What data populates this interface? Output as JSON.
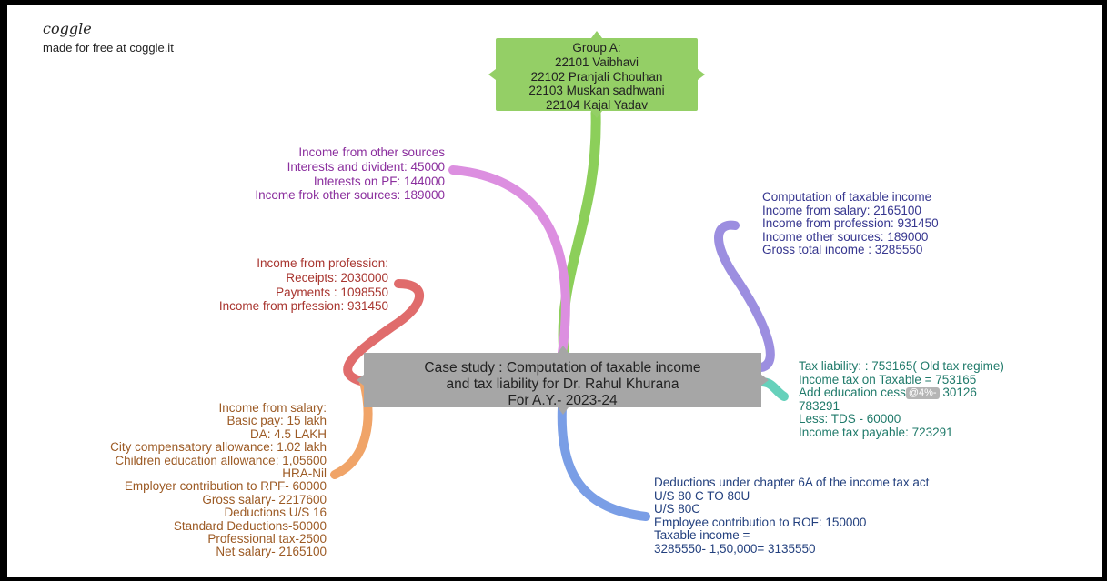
{
  "brand": {
    "logo": "coggle",
    "subtitle": "made for free at coggle.it"
  },
  "central": {
    "lines": [
      "Case study : Computation of taxable income",
      "and tax liability for Dr. Rahul Khurana",
      "For A.Y.- 2023-24"
    ]
  },
  "group": {
    "lines": [
      "Group A:",
      "22101 Vaibhavi",
      "22102 Pranjali Chouhan",
      "22103 Muskan sadhwani",
      "22104 Kajal Yadav"
    ]
  },
  "other_sources": {
    "lines": [
      "Income from other sources",
      "Interests and divident: 45000",
      "Interests on PF: 144000",
      "Income frok other sources: 189000"
    ]
  },
  "profession": {
    "lines": [
      "Income from profession:",
      "Receipts: 2030000",
      "Payments : 1098550",
      "Income from prfession: 931450"
    ]
  },
  "salary": {
    "lines": [
      "Income from salary:",
      "Basic pay: 15 lakh",
      "DA: 4.5 LAKH",
      "City compensatory allowance: 1.02 lakh",
      "Children education allowance: 1,05600",
      "HRA-Nil",
      "Employer contribution to RPF- 60000",
      "Gross salary- 2217600",
      "Deductions U/S 16",
      "Standard Deductions-50000",
      "Professional tax-2500",
      "Net salary- 2165100"
    ]
  },
  "taxable": {
    "lines": [
      "Computation of taxable income",
      "Income from salary: 2165100",
      "Income from profession: 931450",
      "Income other sources: 189000",
      "Gross total income : 3285550"
    ]
  },
  "tax_liability": {
    "line1": "Tax liability: : 753165( Old tax regime)",
    "line2": "Income tax on Taxable = 753165",
    "line3_prefix": "Add education cess",
    "badge": "@4%-",
    "line3_suffix": " 30126",
    "line4": "783291",
    "line5": "Less: TDS - 60000",
    "line6": "Income tax payable: 723291"
  },
  "deductions": {
    "lines": [
      "Deductions under chapter 6A of the income tax act",
      "U/S 80 C TO 80U",
      "U/S 80C",
      "Employee contribution to ROF: 150000",
      "Taxable income =",
      "3285550- 1,50,000= 3135550"
    ]
  },
  "colors": {
    "group_fill": "#94cf66",
    "center_fill": "#a6a6a6",
    "other_sources": "#8b2f9e",
    "profession": "#a8352f",
    "salary": "#9c5a24",
    "taxable": "#36368f",
    "tax_liability": "#1f7a6a",
    "deductions": "#23407e",
    "branch_green": "#8ccf5a",
    "branch_pink": "#dc8fe0",
    "branch_red": "#e06c6c",
    "branch_orange": "#f0a468",
    "branch_purple": "#9c8ee0",
    "branch_teal": "#66d1bb",
    "branch_blue": "#7a9ee6"
  }
}
